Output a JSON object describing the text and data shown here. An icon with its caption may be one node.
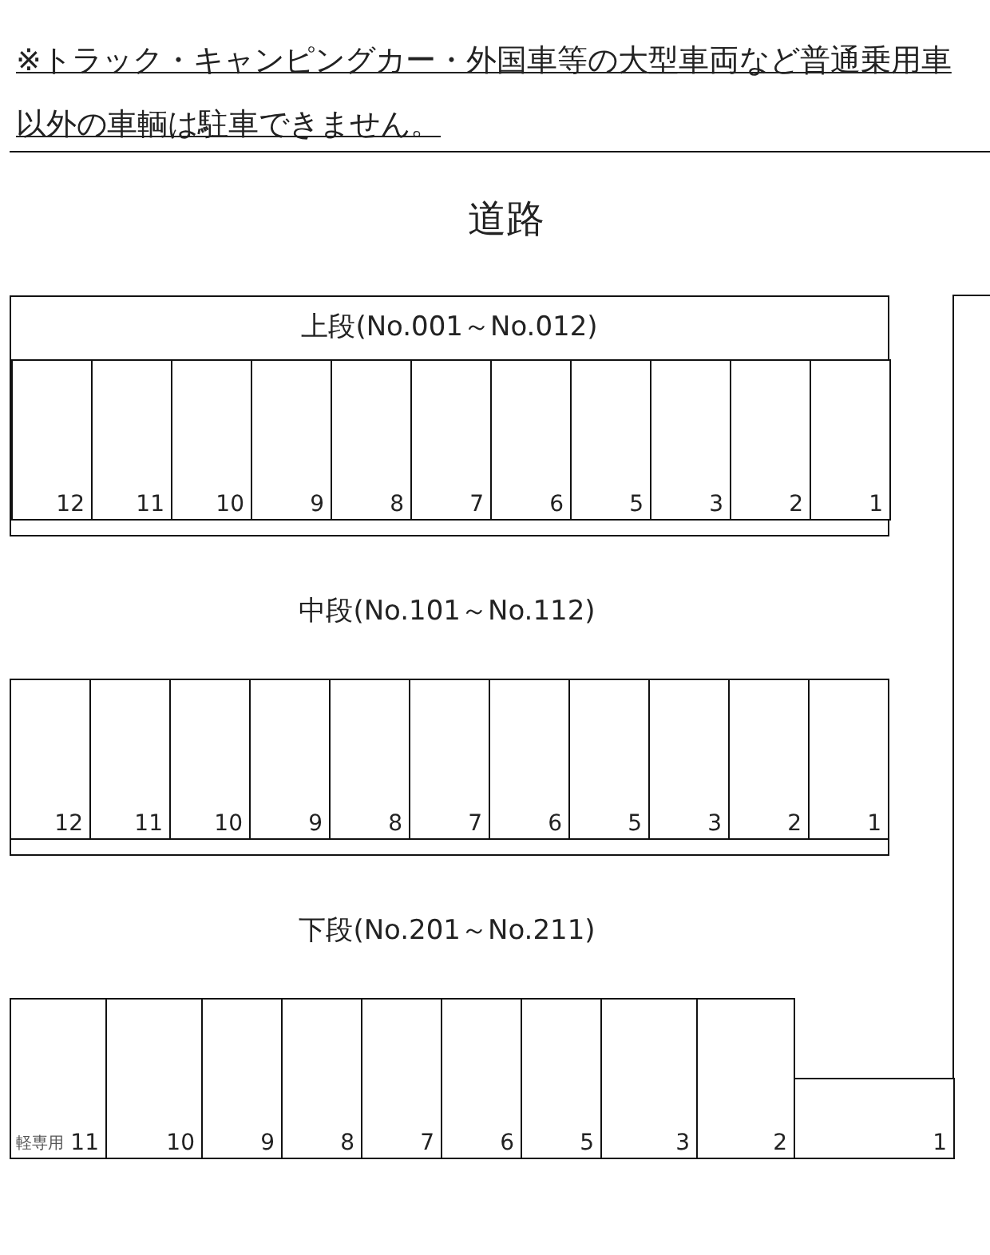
{
  "diagram": {
    "nodes": [
      {
        "text": [
          "上段(No.001～No.012)"
        ]
      },
      {
        "text": [
          "12"
        ],
        "in": 0
      },
      {
        "text": [
          "11"
        ],
        "in": 0
      },
      {
        "text": [
          "10"
        ],
        "in": 0
      },
      {
        "text": [
          "9"
        ],
        "in": 0
      },
      {
        "text": [
          "8"
        ],
        "in": 0
      },
      {
        "text": [
          "7"
        ],
        "in": 0
      },
      {
        "text": [
          "6"
        ],
        "in": 0
      },
      {
        "text": [
          "5"
        ],
        "in": 0
      },
      {
        "text": [
          "3"
        ],
        "in": 0
      },
      {
        "text": [
          "2"
        ],
        "in": 0
      },
      {
        "text": [
          "1"
        ],
        "in": 0
      },
      {
        "text": [
          "12"
        ]
      },
      {
        "text": [
          "11"
        ]
      },
      {
        "text": [
          "10"
        ]
      },
      {
        "text": [
          "9"
        ]
      },
      {
        "text": [
          "8"
        ]
      },
      {
        "text": [
          "7"
        ]
      },
      {
        "text": [
          "6"
        ]
      },
      {
        "text": [
          "5"
        ]
      },
      {
        "text": [
          "3"
        ]
      },
      {
        "text": [
          "2"
        ]
      },
      {
        "text": [
          "1"
        ]
      },
      {
        "text": [
          "軽専用",
          "11"
        ]
      },
      {
        "text": [
          "10"
        ]
      },
      {
        "text": [
          "9"
        ]
      },
      {
        "text": [
          "8"
        ]
      },
      {
        "text": [
          "7"
        ]
      },
      {
        "text": [
          "6"
        ]
      },
      {
        "text": [
          "5"
        ]
      },
      {
        "text": [
          "3"
        ]
      },
      {
        "text": [
          "2"
        ]
      },
      {
        "text": [
          "1"
        ]
      }
    ],
    "labels": [
      "※トラック・キャンピングカー・外国車等の大型車両など普通乗用車以外の車輌は駐車できません。",
      "道路",
      "中段(No.101～No.112)",
      "下段(No.201～No.211)"
    ]
  }
}
